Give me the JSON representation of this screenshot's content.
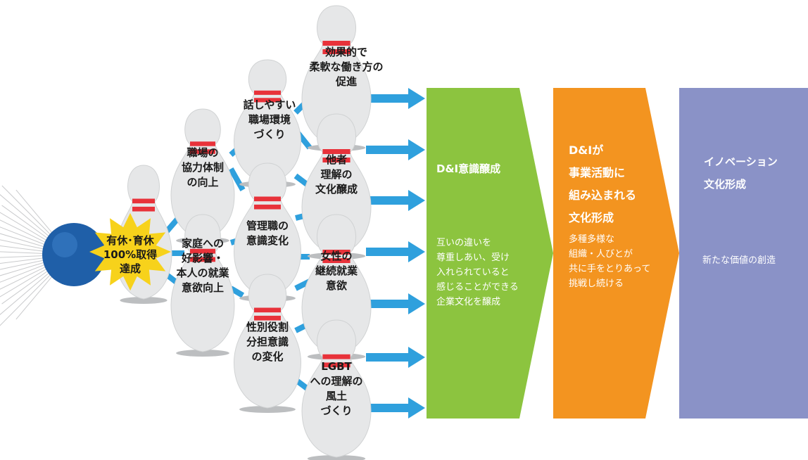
{
  "ball": {
    "label_lines": [
      "有休･育休",
      "100%取得",
      "達成"
    ]
  },
  "pins": [
    {
      "id": "pin-workplace-cooperation",
      "lines": [
        "職場の",
        "協力体制",
        "の向上"
      ]
    },
    {
      "id": "pin-family-effect",
      "lines": [
        "家庭への",
        "好影響・",
        "本人の就業",
        "意欲向上"
      ]
    },
    {
      "id": "pin-easy-talk",
      "lines": [
        "話しやすい",
        "職場環境",
        "づくり"
      ]
    },
    {
      "id": "pin-manager-awareness",
      "lines": [
        "管理職の",
        "意識変化"
      ]
    },
    {
      "id": "pin-gender-roles",
      "lines": [
        "性別役割",
        "分担意識",
        "の変化"
      ]
    },
    {
      "id": "pin-flexible-work",
      "lines": [
        "効果的で",
        "柔軟な働き方の",
        "促進"
      ]
    },
    {
      "id": "pin-understanding-others",
      "lines": [
        "他者",
        "理解の",
        "文化醸成"
      ]
    },
    {
      "id": "pin-women-careers",
      "lines": [
        "女性の",
        "継続就業",
        "意欲"
      ]
    },
    {
      "id": "pin-lgbt",
      "lines": [
        "LGBT",
        "への理解の",
        "風土",
        "づくり"
      ]
    }
  ],
  "stages": [
    {
      "id": "stage-di-awareness",
      "color": "#8cc43f",
      "title_lines": [
        "D&I意識醸成"
      ],
      "body_lines": [
        "互いの違いを",
        "尊重しあい、受け",
        "入れられていると",
        "感じることができる",
        "企業文化を醸成"
      ]
    },
    {
      "id": "stage-business-integration",
      "color": "#f39420",
      "title_lines": [
        "D&Iが",
        "事業活動に",
        "組み込まれる",
        "文化形成"
      ],
      "body_lines": [
        "多種多様な",
        "組織・人びとが",
        "共に手をとりあって",
        "挑戦し続ける"
      ]
    },
    {
      "id": "stage-innovation",
      "color": "#8a92c7",
      "title_lines": [
        "イノベーション",
        "文化形成"
      ],
      "body_lines": [
        "新たな価値の創造"
      ]
    }
  ],
  "colors": {
    "arrow": "#2fa0dd",
    "ball": "#1f5fa8",
    "burst": "#f7d21b",
    "pin_body": "#e6e7e8",
    "pin_stripe": "#e8323a"
  }
}
